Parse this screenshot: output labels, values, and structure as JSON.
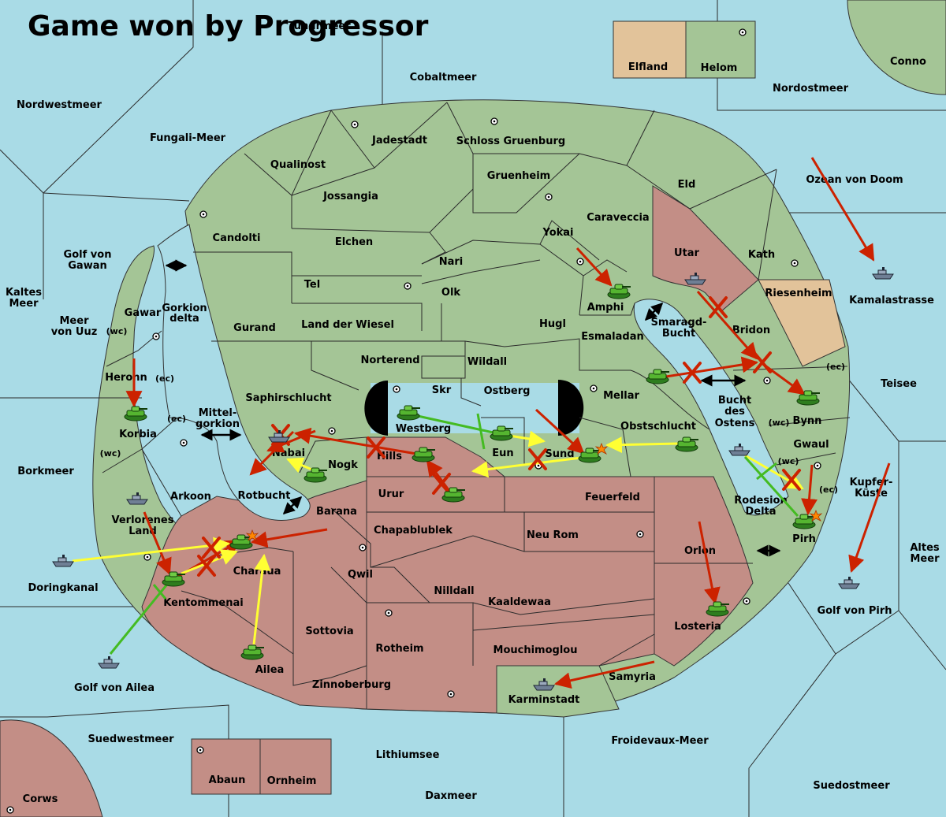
{
  "title": "Game won by Progressor",
  "colors": {
    "sea": "#a9dbe6",
    "land": "#a4c596",
    "progressor": "#c38e86",
    "neutral_tan": "#e2c39a",
    "move_success": "#cc2200",
    "move_support": "#ffff33",
    "move_convoy": "#44bb22",
    "failed_marker": "#cc2200"
  },
  "labels": {
    "tundrmeer": "Tundrmeer",
    "elfland": "Elfland",
    "helom": "Helom",
    "conno": "Conno",
    "nordwestmeer": "Nordwestmeer",
    "cobaltmeer": "Cobaltmeer",
    "nordostmeer": "Nordostmeer",
    "fungali_meer": "Fungali-Meer",
    "jadestadt": "Jadestadt",
    "schloss_gruenburg": "Schloss Gruenburg",
    "qualinost": "Qualinost",
    "gruenheim": "Gruenheim",
    "jossangia": "Jossangia",
    "eld": "Eld",
    "ozean_von_doom": "Ozean von Doom",
    "caraveccia": "Caraveccia",
    "candolti": "Candolti",
    "elchen": "Elchen",
    "yokai": "Yokai",
    "golf_von_gawan_1": "Golf von",
    "golf_von_gawan_2": "Gawan",
    "utar": "Utar",
    "kath": "Kath",
    "nari": "Nari",
    "tel": "Tel",
    "olk": "Olk",
    "kaltes_meer_1": "Kaltes",
    "kaltes_meer_2": "Meer",
    "riesenheim": "Riesenheim",
    "kamalastrasse": "Kamalastrasse",
    "amphi": "Amphi",
    "gawar": "Gawar",
    "gorkion_delta_1": "Gorkion",
    "gorkion_delta_2": "delta",
    "meer_von_uuz_1": "Meer",
    "meer_von_uuz_2": "von Uuz",
    "wc": "(wc)",
    "ec": "(ec)",
    "gurand": "Gurand",
    "land_der_wiesel": "Land der Wiesel",
    "hugl": "Hugl",
    "smaragd_bucht_1": "Smaragd-",
    "smaragd_bucht_2": "Bucht",
    "bridon": "Bridon",
    "esmaladan": "Esmaladan",
    "norterend": "Norterend",
    "wildall": "Wildall",
    "heronn": "Heronn",
    "teisee": "Teisee",
    "skr": "Skr",
    "ostberg": "Ostberg",
    "saphirschlucht": "Saphirschlucht",
    "mellar": "Mellar",
    "mittelgorkion_1": "Mittel-",
    "mittelgorkion_2": "gorkion",
    "korbia": "Korbia",
    "westberg": "Westberg",
    "bucht_des_ostens_1": "Bucht",
    "bucht_des_ostens_2": "des",
    "bucht_des_ostens_3": "Ostens",
    "bynn": "Bynn",
    "obstschlucht": "Obstschlucht",
    "gwaul": "Gwaul",
    "nabai": "Nabai",
    "hills": "Hills",
    "eun": "Eun",
    "sund": "Sund",
    "nogk": "Nogk",
    "borkmeer": "Borkmeer",
    "kupfer_kueste_1": "Kupfer-",
    "kupfer_kueste_2": "Küste",
    "arkoon": "Arkoon",
    "urur": "Urur",
    "rotbucht": "Rotbucht",
    "feuerfeld": "Feuerfeld",
    "rodesion_delta_1": "Rodesion",
    "rodesion_delta_2": "Delta",
    "verlorenes_land_1": "Verlorenes",
    "verlorenes_land_2": "Land",
    "barana": "Barana",
    "chapablublek": "Chapablublek",
    "pirh": "Pirh",
    "neu_rom": "Neu Rom",
    "orlon": "Orlon",
    "altes_meer_1": "Altes",
    "altes_meer_2": "Meer",
    "charaua": "Charaua",
    "doringkanal": "Doringkanal",
    "qwil": "Qwil",
    "nilldall": "Nilldall",
    "kaaldewaa": "Kaaldewaa",
    "kentommenai": "Kentommenai",
    "golf_von_pirh": "Golf von Pirh",
    "losteria": "Losteria",
    "sottovia": "Sottovia",
    "rotheim": "Rotheim",
    "mouchimoglou": "Mouchimoglou",
    "ailea": "Ailea",
    "samyria": "Samyria",
    "golf_von_ailea": "Golf von Ailea",
    "zinnoberburg": "Zinnoberburg",
    "karminstadt": "Karminstadt",
    "suedwestmeer": "Suedwestmeer",
    "froidevaux_meer": "Froidevaux-Meer",
    "lithiumsee": "Lithiumsee",
    "abaun": "Abaun",
    "ornheim": "Ornheim",
    "suedostmeer": "Suedostmeer",
    "daxmeer": "Daxmeer",
    "corws": "Corws"
  },
  "icons": {
    "army": "army-icon",
    "fleet": "fleet-icon",
    "supply_center": "supply-center-icon",
    "failed_move": "failed-move-x-icon",
    "dislodged": "dislodged-burst-icon",
    "crossing": "crossing-arrow-icon"
  }
}
